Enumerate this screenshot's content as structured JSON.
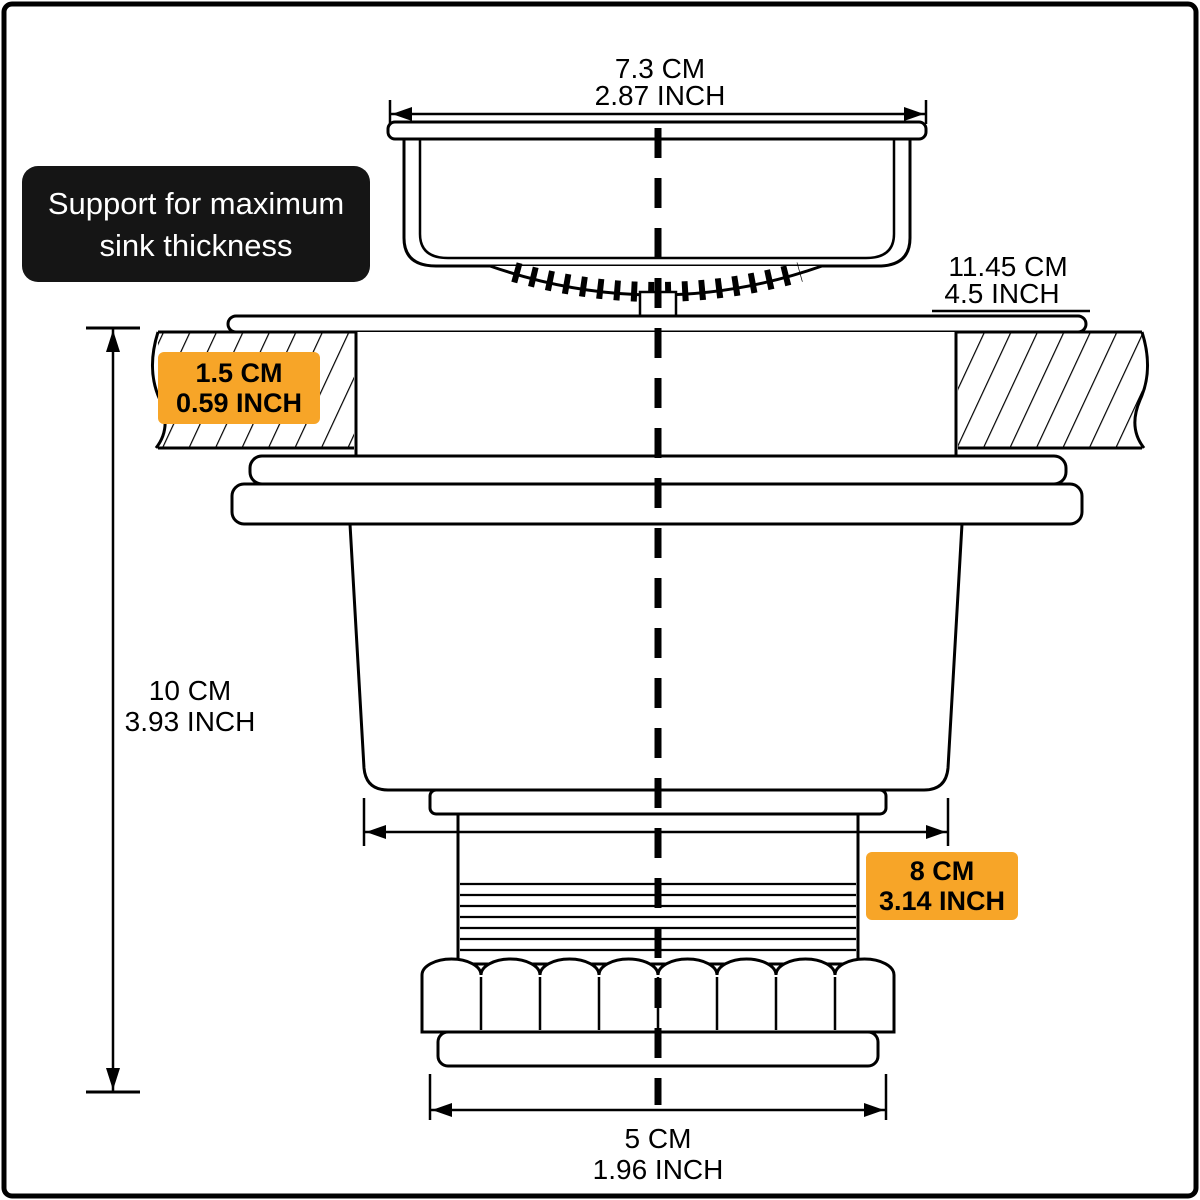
{
  "title": "Sink drain strainer assembly dimension diagram",
  "note": {
    "line1": "Support for maximum",
    "line2": "sink thickness"
  },
  "dimensions": {
    "basket_width": {
      "cm": "7.3  CM",
      "inch": "2.87 INCH"
    },
    "flange_width": {
      "cm": "11.45  CM",
      "inch": "4.5 INCH"
    },
    "sink_thickness": {
      "cm": "1.5 CM",
      "inch": "0.59 INCH"
    },
    "assembly_height": {
      "cm": "10 CM",
      "inch": "3.93 INCH"
    },
    "body_width": {
      "cm": "8 CM",
      "inch": "3.14 INCH"
    },
    "outlet_width": {
      "cm": "5 CM",
      "inch": "1.96 INCH"
    }
  },
  "colors": {
    "highlight": "#F7A528",
    "note_bg": "#151515",
    "line": "#000000",
    "background": "#FFFFFF"
  }
}
